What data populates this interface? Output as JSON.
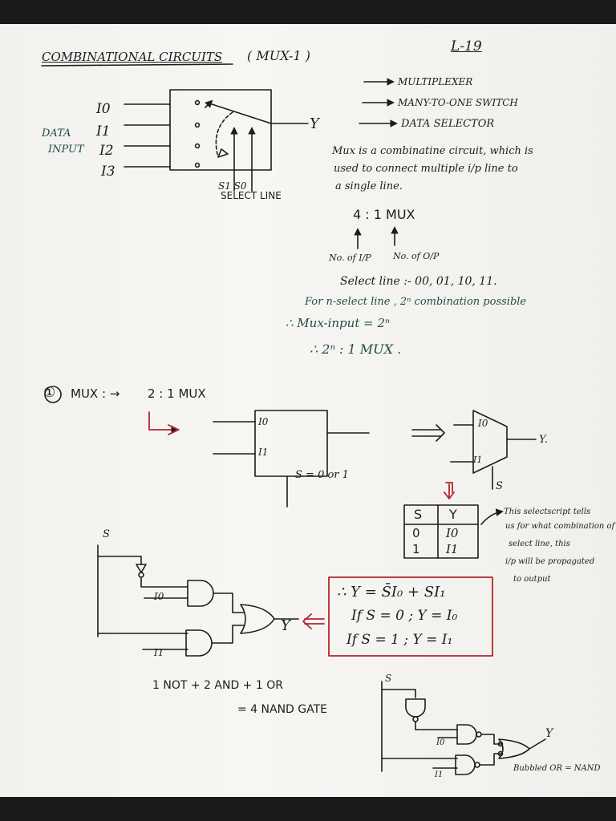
{
  "header": {
    "title": "COMBINATIONAL CIRCUITS",
    "subtitle": "( MUX-1 )",
    "lecture": "L-19"
  },
  "block_diagram": {
    "inputs": [
      "I0",
      "I1",
      "I2",
      "I3"
    ],
    "data_input_label_1": "DATA",
    "data_input_label_2": "INPUT",
    "output": "Y",
    "select_bits": "S1  S0",
    "select_label": "SELECT LINE"
  },
  "aliases": [
    "MULTIPLEXER",
    "MANY-TO-ONE SWITCH",
    "DATA SELECTOR"
  ],
  "definition": [
    "Mux is a combinatine circuit, which is",
    "used to connect multiple i/p line to",
    "a single line."
  ],
  "mux_size": {
    "label": "4 : 1 MUX",
    "inputs_label": "No. of I/P",
    "outputs_label": "No. of O/P"
  },
  "select_line_note": "Select line :- 00, 01, 10, 11.",
  "combination_note": "For n-select line , 2ⁿ combination possible",
  "mux_input_note": "∴  Mux-input = 2ⁿ",
  "mux_general": "∴  2ⁿ : 1 MUX .",
  "section_2to1": {
    "number": "①",
    "label": "MUX : →",
    "type": "2 : 1 MUX",
    "block_inputs": [
      "I0",
      "I1"
    ],
    "select_value": "S = 0 or 1",
    "trapezoid_inputs": [
      "I0",
      "I1"
    ],
    "trapezoid_output": "Y.",
    "trapezoid_select": "S"
  },
  "truth_table": {
    "headers": [
      "S",
      "Y"
    ],
    "rows": [
      [
        "0",
        "I0"
      ],
      [
        "1",
        "I1"
      ]
    ]
  },
  "truth_note": [
    "This selectscript tells",
    "us for what combination of",
    "select line, this",
    "i/p will be propagated",
    "to output"
  ],
  "gate_circuit": {
    "select": "S",
    "inputs": [
      "I0",
      "I1"
    ],
    "output": "Y"
  },
  "equations": {
    "main": "∴ Y = S̄I₀ + SI₁",
    "case0": "If S = 0 ;  Y = I₀",
    "case1": "If S = 1 ;  Y = I₁"
  },
  "gate_count": {
    "line1": "1 NOT + 2 AND + 1 OR",
    "line2": "= 4 NAND GATE"
  },
  "nand_circuit": {
    "select": "S",
    "inputs": [
      "I0",
      "I1"
    ],
    "output": "Y",
    "note": "Bubbled OR = NAND"
  },
  "colors": {
    "ink": "#1c1c1c",
    "teal_ink": "#1f4d46",
    "red_ink": "#b2262c",
    "paper": "#f5f3f0"
  }
}
